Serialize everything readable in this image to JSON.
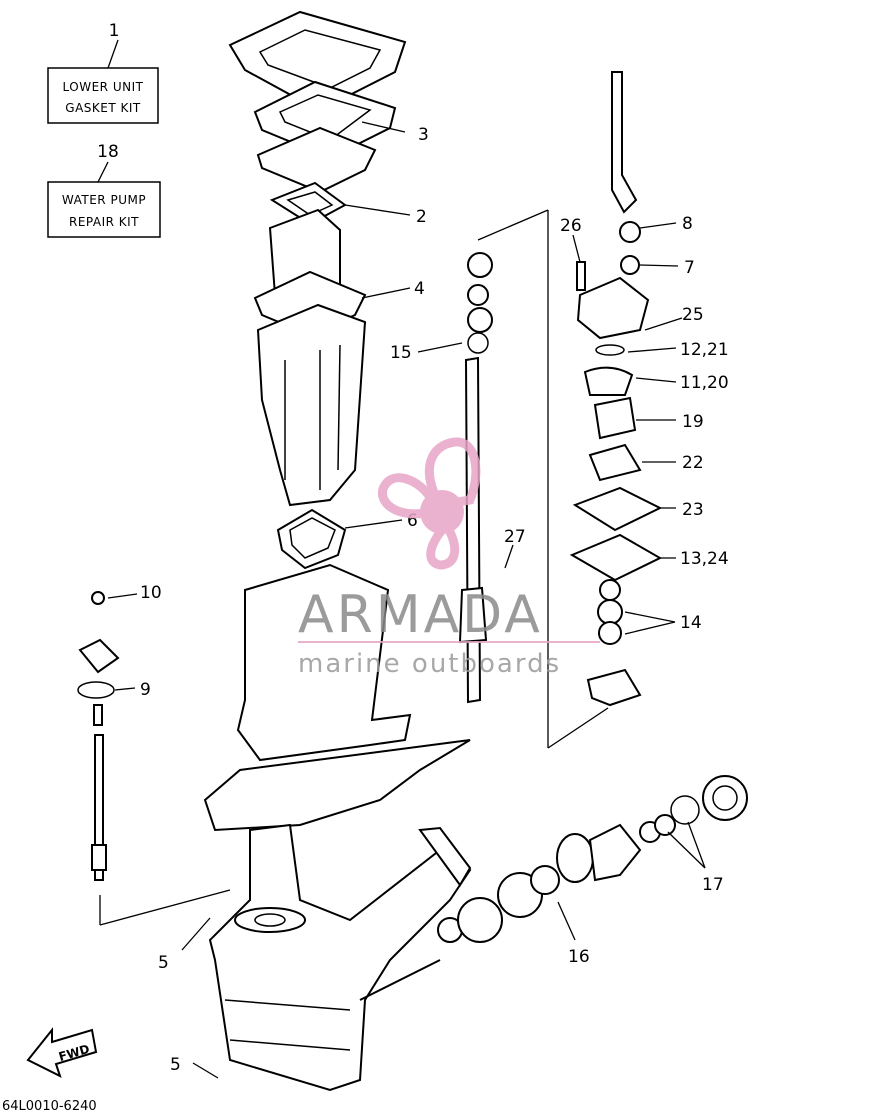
{
  "kits": [
    {
      "number": "1",
      "line1": "LOWER UNIT",
      "line2": "GASKET KIT"
    },
    {
      "number": "18",
      "line1": "WATER PUMP",
      "line2": "REPAIR KIT"
    }
  ],
  "callouts": [
    "3",
    "2",
    "4",
    "6",
    "15",
    "10",
    "9",
    "5",
    "5",
    "26",
    "8",
    "7",
    "25",
    "12,21",
    "11,20",
    "19",
    "22",
    "23",
    "13,24",
    "14",
    "27",
    "17",
    "16"
  ],
  "watermark": {
    "brand": "ARMADA",
    "tagline": "marine outboards",
    "accent_color": "#e8a5c8"
  },
  "fwd_label": "FWD",
  "diagram_code": "64L0010-6240"
}
